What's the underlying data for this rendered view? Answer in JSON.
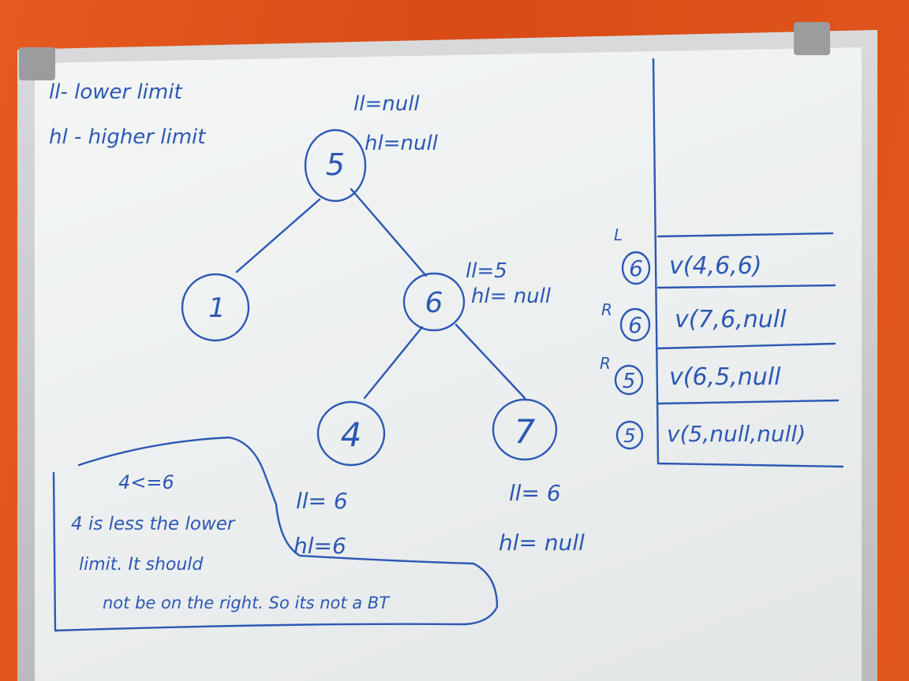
{
  "board": {
    "legend": {
      "line1": "ll- lower limit",
      "line2": "hl - higher limit"
    },
    "tree": {
      "root": {
        "value": "5",
        "ll": "ll=null",
        "hl": "hl=null"
      },
      "left": {
        "value": "1"
      },
      "right": {
        "value": "6",
        "ll": "ll=5",
        "hl": "hl= null"
      },
      "right_left": {
        "value": "4",
        "ll": "ll= 6",
        "hl": "hl=6"
      },
      "right_right": {
        "value": "7",
        "ll": "ll= 6",
        "hl": "hl= null"
      }
    },
    "stack": {
      "frames": [
        {
          "marker": "L",
          "node": "6",
          "call": "v(4,6,6)"
        },
        {
          "marker": "R",
          "node": "6",
          "call": "v(7,6,null"
        },
        {
          "marker": "R",
          "node": "5",
          "call": "v(6,5,null"
        },
        {
          "marker": "",
          "node": "5",
          "call": "v(5,null,null)"
        }
      ]
    },
    "note": {
      "line1": "4<=6",
      "line2": "4 is less the lower",
      "line3": "limit. It should",
      "line4": "not be on the right. So its not a BT"
    },
    "ink_color": "#2c58b4"
  }
}
